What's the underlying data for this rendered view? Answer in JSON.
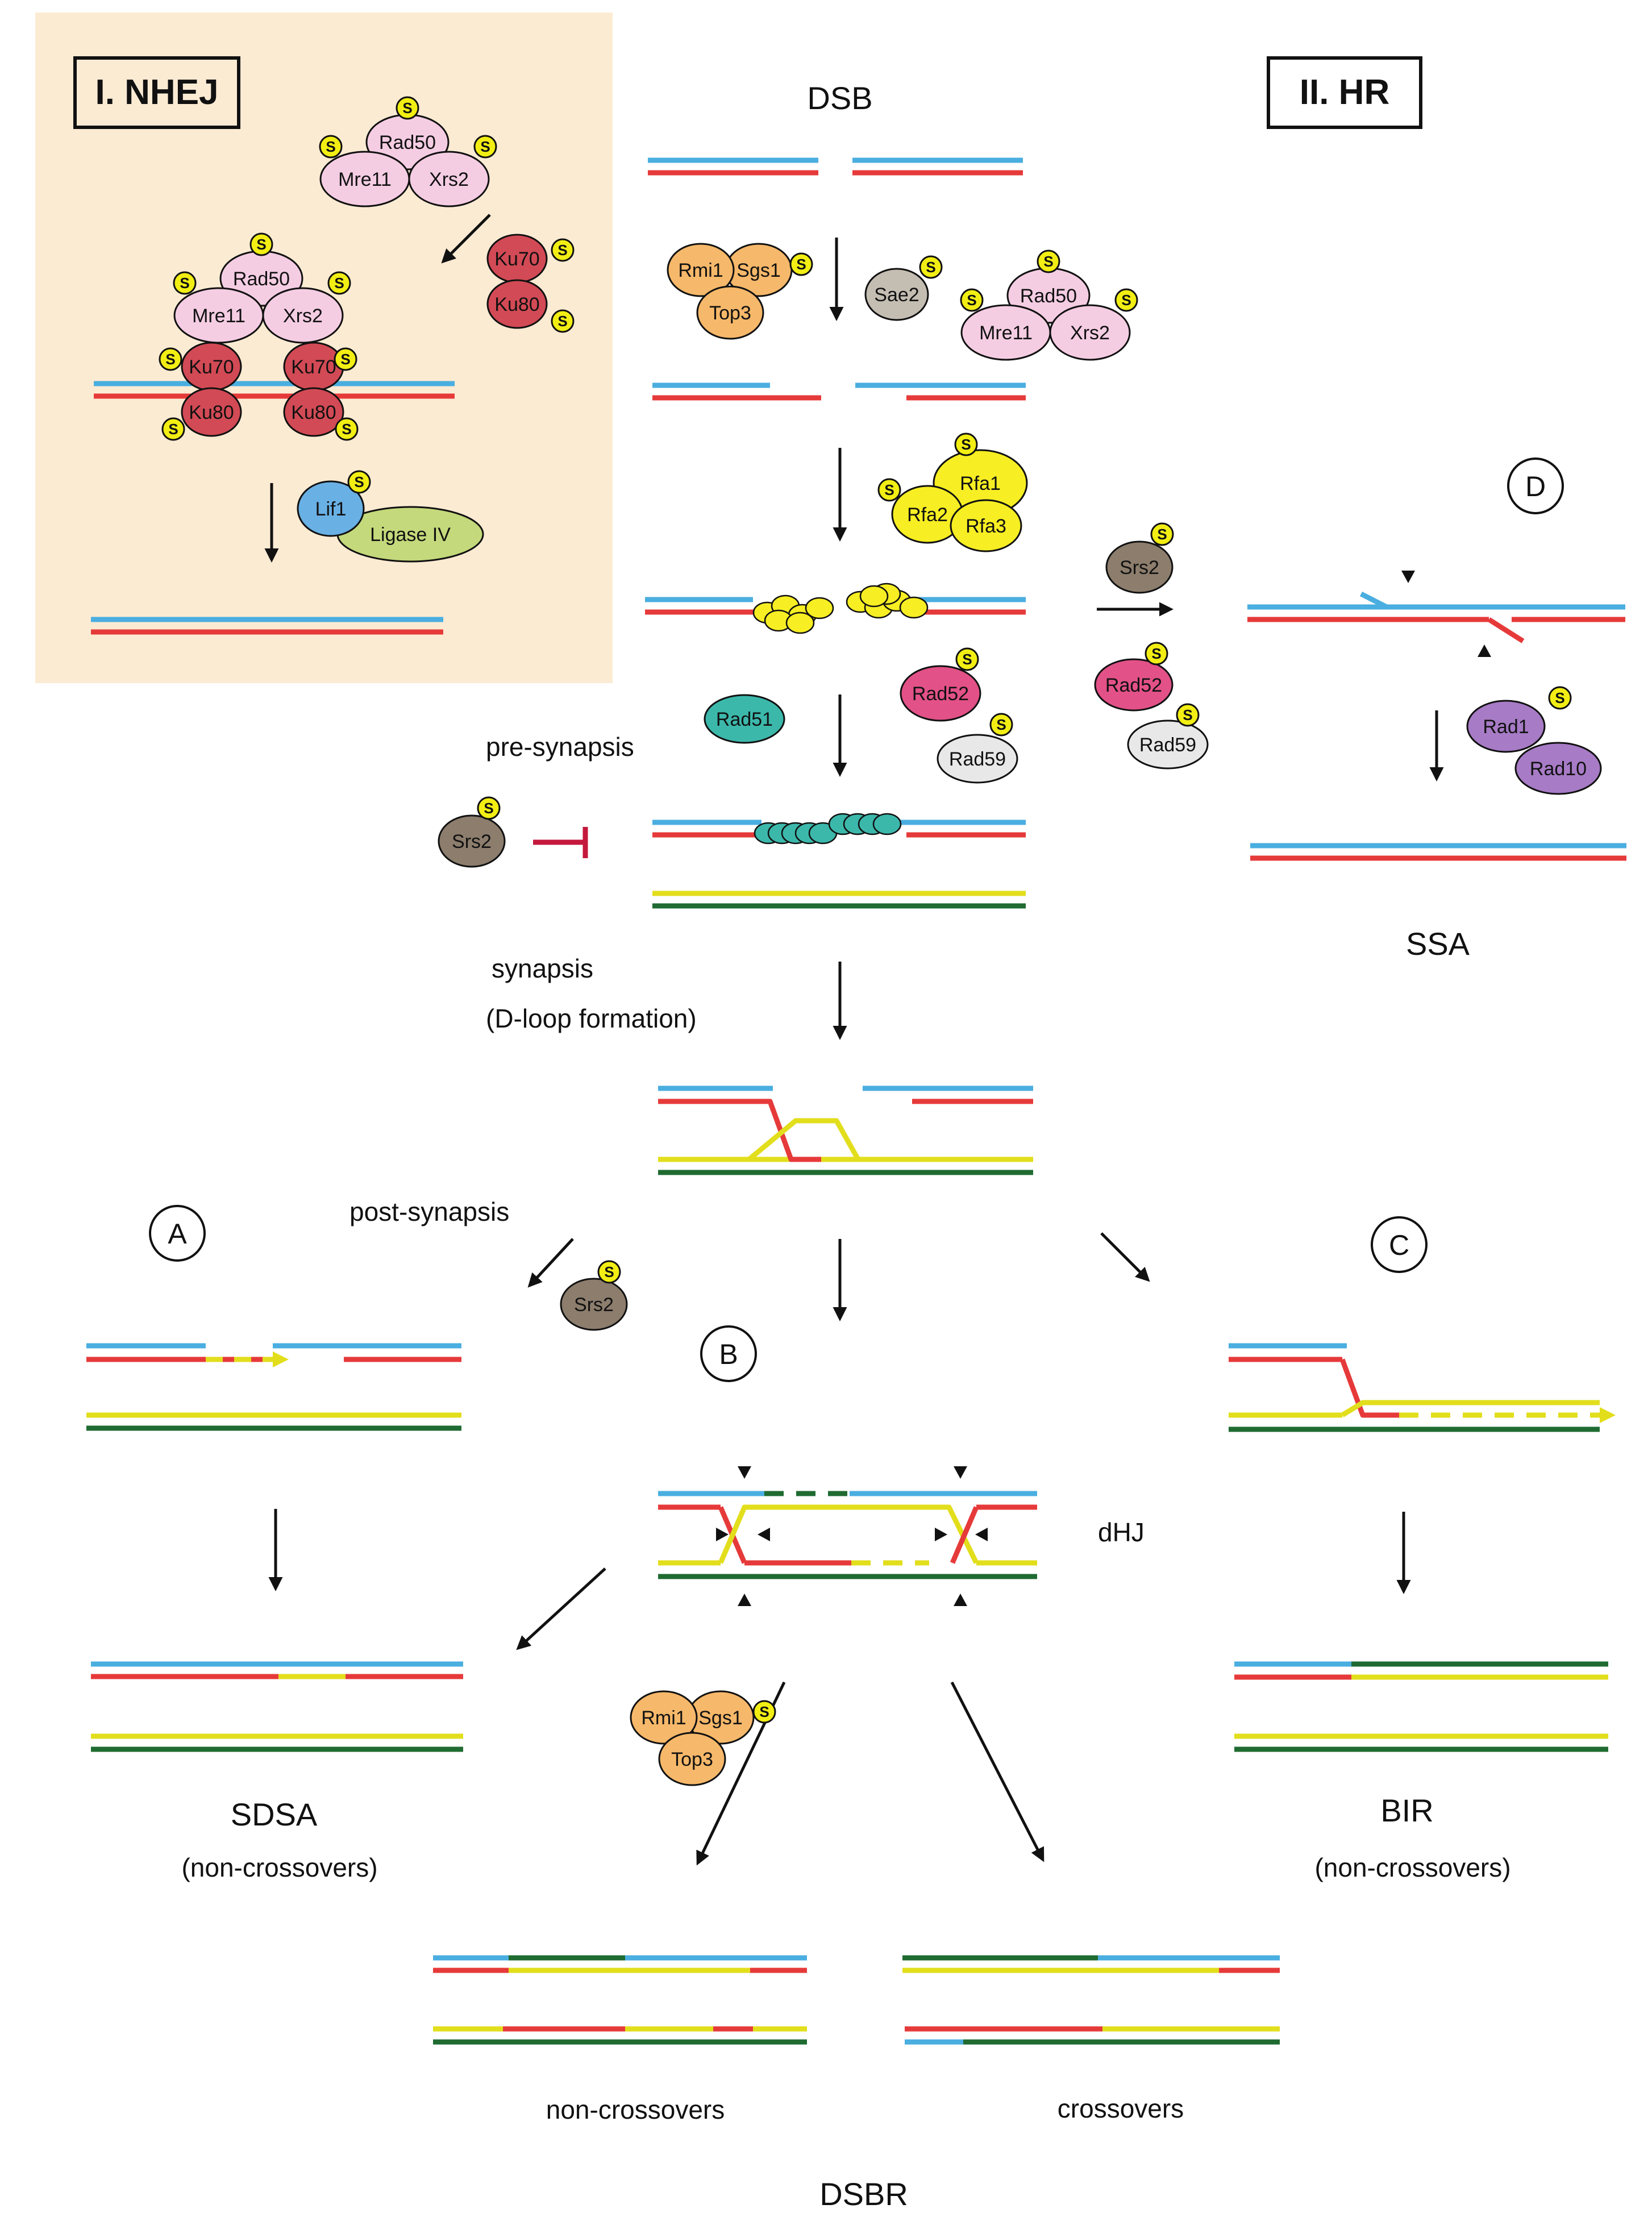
{
  "colors": {
    "blue": "#4aaee0",
    "red": "#e63a3a",
    "yellow": "#e2de1c",
    "green": "#1f6b31",
    "nhej_bg": "#fcebd3",
    "mrx": "#f5cde3",
    "ku": "#d24a55",
    "sumo": "#f2ee14",
    "top3": "#f6b86a",
    "sae2": "#c4bdb2",
    "rpa": "#f7ee23",
    "srs2": "#8c7d6d",
    "rad51": "#3cb8ab",
    "rad52": "#e25187",
    "rad59": "#e8e8e8",
    "rad1": "#a77bc6",
    "lif1": "#69b0e4",
    "ligase": "#c4d97b",
    "inhibit": "#c3183c"
  },
  "sections": {
    "nhej_title": "I. NHEJ",
    "hr_title": "II. HR",
    "dsb": "DSB"
  },
  "steps": {
    "pre_synapsis": "pre-synapsis",
    "synapsis": "synapsis",
    "dloop": "(D-loop formation)",
    "post_synapsis": "post-synapsis",
    "dhj": "dHJ"
  },
  "pathways": {
    "A": "A",
    "B": "B",
    "C": "C",
    "D": "D",
    "sdsa": "SDSA",
    "sdsa_sub": "(non-crossovers)",
    "bir": "BIR",
    "bir_sub": "(non-crossovers)",
    "ssa": "SSA",
    "nco": "non-crossovers",
    "co": "crossovers",
    "dsbr": "DSBR"
  },
  "proteins": {
    "rad50": "Rad50",
    "mre11": "Mre11",
    "xrs2": "Xrs2",
    "ku70": "Ku70",
    "ku80": "Ku80",
    "lif1": "Lif1",
    "ligase": "Ligase IV",
    "rmi1": "Rmi1",
    "sgs1": "Sgs1",
    "top3": "Top3",
    "sae2": "Sae2",
    "rfa1": "Rfa1",
    "rfa2": "Rfa2",
    "rfa3": "Rfa3",
    "srs2": "Srs2",
    "rad51": "Rad51",
    "rad52": "Rad52",
    "rad59": "Rad59",
    "rad1": "Rad1",
    "rad10": "Rad10",
    "sumo": "S"
  }
}
